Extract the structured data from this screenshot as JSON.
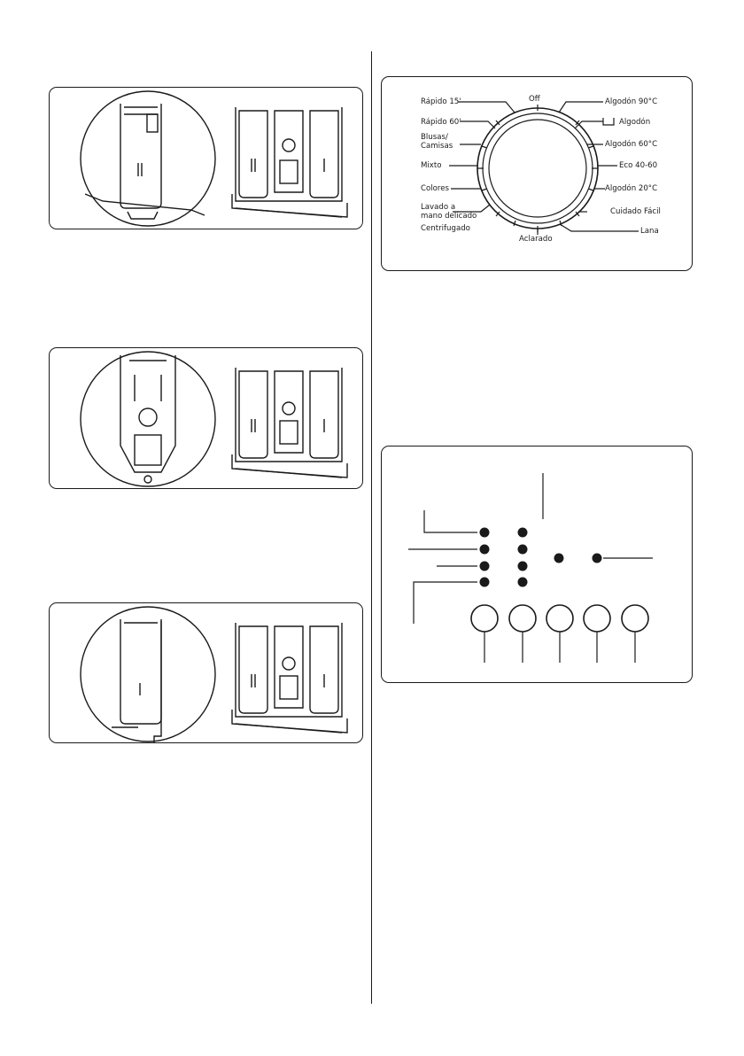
{
  "colors": {
    "ink": "#1a1a1a",
    "background": "#ffffff"
  },
  "dispenser_figures": [
    {
      "detail": "lever-side-view",
      "overview": "dispenser-drawer-open"
    },
    {
      "detail": "siphon-top-view",
      "overview": "dispenser-drawer-open"
    },
    {
      "detail": "side-view-lowered",
      "overview": "dispenser-drawer-open"
    }
  ],
  "program_dial": {
    "top_label": "Off",
    "bottom_label": "Aclarado",
    "left_labels": [
      "Rápido 15'",
      "Rápido 60'",
      "Blusas/\nCamisas",
      "Mixto",
      "Colores",
      "Lavado a\nmano delicado",
      "Centrifugado"
    ],
    "right_labels": [
      "Algodón 90°C",
      "Algodón",
      "Algodón 60°C",
      "Eco 40-60",
      "Algodón 20°C",
      "Cuidado Fácil",
      "Lana"
    ],
    "prewash_icon": "prewash-tub-icon"
  },
  "control_panel": {
    "indicator_columns": [
      4,
      4,
      1,
      1
    ],
    "button_count": 5
  }
}
